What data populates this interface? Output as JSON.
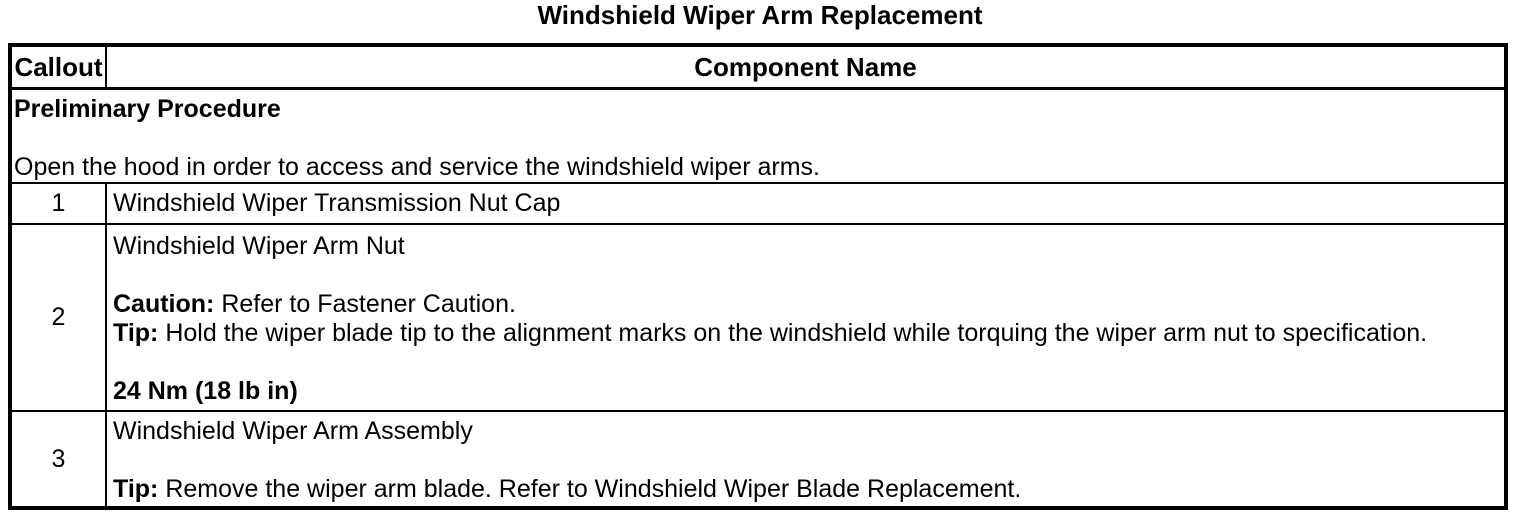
{
  "title": "Windshield Wiper Arm Replacement",
  "table": {
    "header": {
      "callout": "Callout",
      "component": "Component Name"
    },
    "preliminary": {
      "heading": "Preliminary Procedure",
      "text": "Open the hood in order to access and service the windshield wiper arms."
    },
    "rows": [
      {
        "callout": "1",
        "lines": [
          {
            "text": "Windshield Wiper Transmission Nut Cap"
          }
        ]
      },
      {
        "callout": "2",
        "lines": [
          {
            "text": "Windshield Wiper Arm Nut"
          },
          {
            "blank": true
          },
          {
            "bold": "Caution:",
            "text": " Refer to Fastener Caution."
          },
          {
            "bold": "Tip:",
            "text": " Hold the wiper blade tip to the alignment marks on the windshield while torquing the wiper arm nut to specification."
          },
          {
            "blank": true
          },
          {
            "bold": "24 Nm (18 lb in)"
          }
        ]
      },
      {
        "callout": "3",
        "lines": [
          {
            "text": "Windshield Wiper Arm Assembly"
          },
          {
            "blank": true
          },
          {
            "bold": "Tip:",
            "text": " Remove the wiper arm blade. Refer to Windshield Wiper Blade Replacement."
          }
        ]
      }
    ]
  }
}
